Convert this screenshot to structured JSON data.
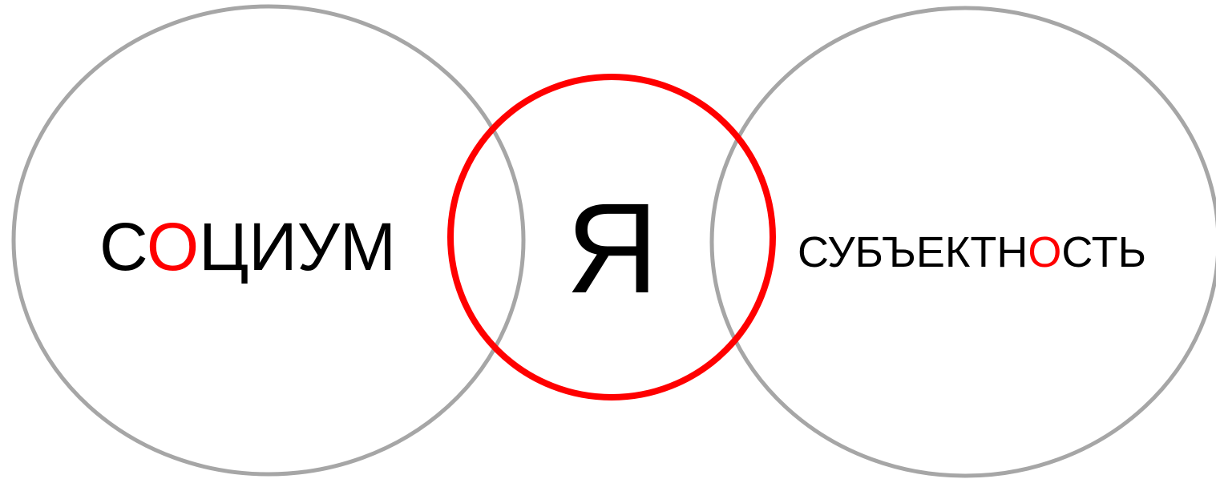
{
  "colors": {
    "outer_circle_stroke": "#a6a6a6",
    "center_circle_stroke": "#ff0000",
    "text": "#000000",
    "accent_letter": "#ff0000",
    "background": "#ffffff"
  },
  "circles": {
    "left": {
      "label": {
        "before": "С",
        "accent": "О",
        "after": "ЦИУМ"
      }
    },
    "center": {
      "label": "Я"
    },
    "right": {
      "label": {
        "before": "СУБЪЕКТН",
        "accent": "О",
        "after": "СТЬ"
      }
    }
  }
}
